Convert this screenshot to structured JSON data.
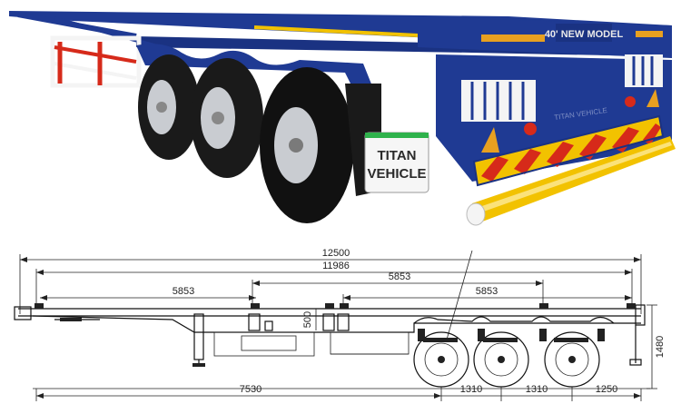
{
  "photo": {
    "header_text": "40' NEW MODEL",
    "plate_line1": "TITAN",
    "plate_line2": "VEHICLE",
    "rear_bar_text": "TITAN VEHICLE",
    "colors": {
      "frame_blue": "#1f3a93",
      "stripe_yellow": "#f2c200",
      "stripe_red": "#d62a1a",
      "reflector_orange": "#e8a020",
      "tire": "#1a1a1a",
      "rim": "#c9ccd1"
    }
  },
  "drawing": {
    "dimensions": {
      "overall_length": "12500",
      "inner_length": "11986",
      "left_twistlock": "5853",
      "middle_twistlock": "5853",
      "right_twistlock": "5853",
      "kingpin_height": "500",
      "total_height": "1480",
      "kingpin_to_axle": "7530",
      "axle_spacing_1": "1310",
      "axle_spacing_2": "1310",
      "rear_overhang": "1250"
    }
  }
}
